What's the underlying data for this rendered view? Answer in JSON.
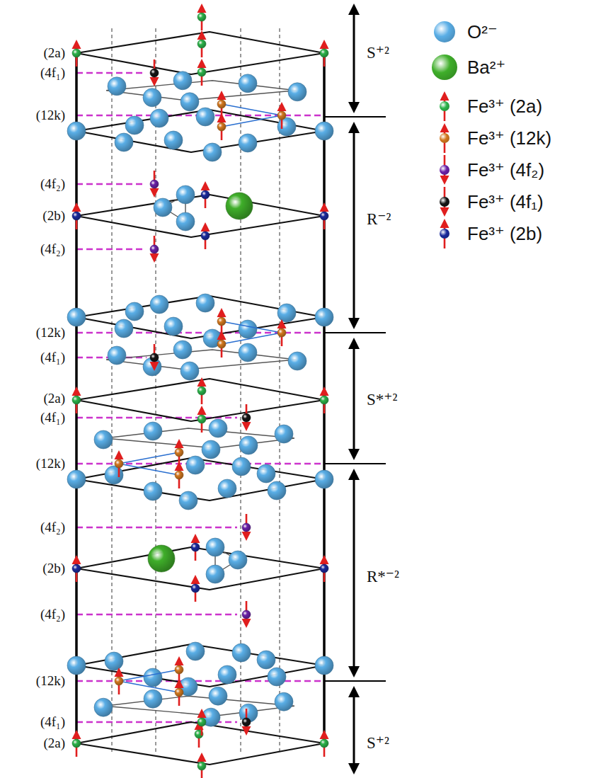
{
  "diagram": {
    "labels": [
      "(2a)",
      "(4f₁)",
      "(12k)",
      "(4f₂)",
      "(2b)",
      "(4f₂)",
      "(12k)",
      "(4f₁)",
      "(2a)",
      "(4f₁)",
      "(12k)",
      "(4f₂)",
      "(2b)",
      "(4f₂)",
      "(12k)",
      "(4f₁)",
      "(2a)",
      "S⁺²",
      "R⁻²",
      "S*⁺²",
      "R*⁻²",
      "S⁺²"
    ],
    "legend": [
      {
        "text": "O²⁻",
        "color": "#5aaee6"
      },
      {
        "text": "Ba²⁺",
        "color": "#3fae2a"
      },
      {
        "text": "Fe³⁺ (2a)",
        "color": "#2cb34a"
      },
      {
        "text": "Fe³⁺ (12k)",
        "color": "#d2781f"
      },
      {
        "text": "Fe³⁺ (4f₂)",
        "color": "#6a21a8"
      },
      {
        "text": "Fe³⁺ (4f₁)",
        "color": "#151515"
      },
      {
        "text": "Fe³⁺ (2b)",
        "color": "#1a2a9c"
      }
    ]
  }
}
